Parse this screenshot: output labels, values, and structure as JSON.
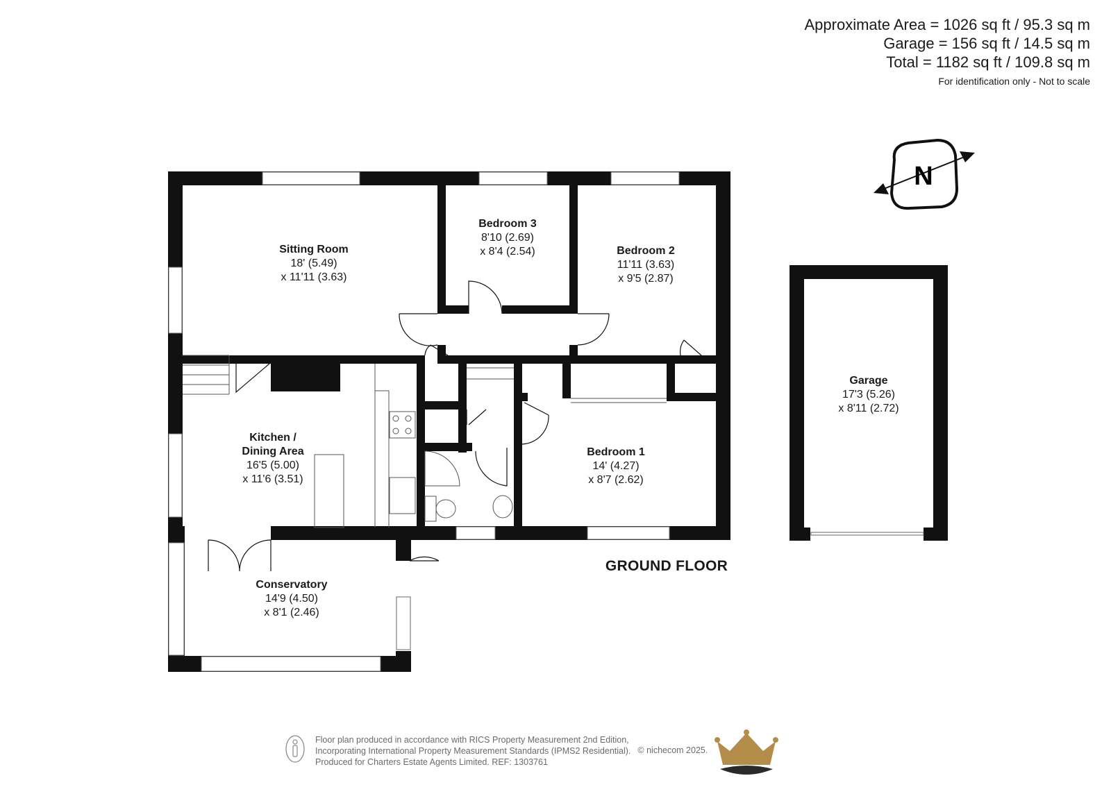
{
  "area_summary": {
    "lines": [
      "Approximate Area = 1026 sq ft / 95.3 sq m",
      "Garage = 156 sq ft / 14.5 sq m",
      "Total = 1182 sq ft / 109.8 sq m"
    ],
    "note": "For identification only - Not to scale"
  },
  "compass": {
    "label": "N"
  },
  "floor_label": "GROUND FLOOR",
  "rooms": {
    "sitting_room": {
      "name": "Sitting Room",
      "dims": [
        "18' (5.49)",
        "x 11'11 (3.63)"
      ]
    },
    "bedroom_3": {
      "name": "Bedroom 3",
      "dims": [
        "8'10 (2.69)",
        "x 8'4 (2.54)"
      ]
    },
    "bedroom_2": {
      "name": "Bedroom 2",
      "dims": [
        "11'11 (3.63)",
        "x 9'5 (2.87)"
      ]
    },
    "kitchen": {
      "name": [
        "Kitchen /",
        "Dining Area"
      ],
      "dims": [
        "16'5 (5.00)",
        "x 11'6 (3.51)"
      ]
    },
    "bedroom_1": {
      "name": "Bedroom 1",
      "dims": [
        "14' (4.27)",
        "x 8'7 (2.62)"
      ]
    },
    "conservatory": {
      "name": "Conservatory",
      "dims": [
        "14'9 (4.50)",
        "x 8'1 (2.46)"
      ]
    },
    "garage": {
      "name": "Garage",
      "dims": [
        "17'3 (5.26)",
        "x 8'11 (2.72)"
      ]
    }
  },
  "footer": {
    "lines": [
      "Floor plan produced in accordance with RICS Property Measurement 2nd Edition,",
      "Incorporating International Property Measurement Standards (IPMS2 Residential).",
      "Produced for Charters Estate Agents Limited.   REF: 1303761"
    ],
    "copyright": "© nichecom 2025."
  },
  "colors": {
    "wall": "#111111",
    "crown_gold": "#b58d4a",
    "crown_dark": "#2a2a2a",
    "text_grey": "#6b6b6b"
  }
}
